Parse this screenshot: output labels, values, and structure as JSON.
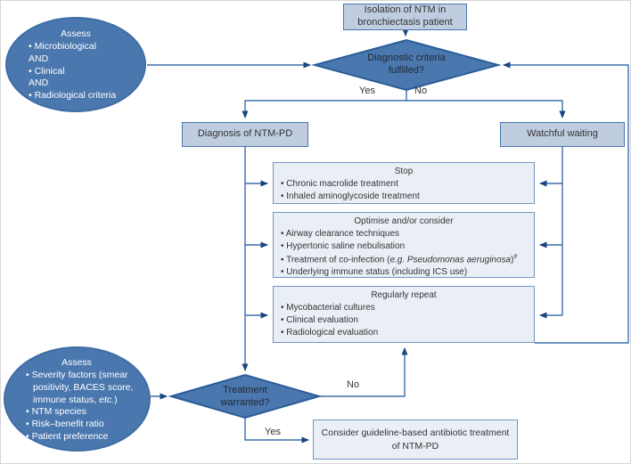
{
  "palette": {
    "steel_blue_fill": "#4a77ae",
    "diamond_border": "#2a5d99",
    "header_box_fill": "#c0cde1",
    "header_box_border": "#4a77ae",
    "pale_box_fill": "#eaeff6",
    "pale_box_border": "#7495c1",
    "line": "#3c6eac",
    "arrowhead": "#16457f",
    "text_dark": "#333333",
    "text_on_blue": "#ffffff"
  },
  "nodes": {
    "start": {
      "label": "Isolation of NTM in bronchiectasis patient"
    },
    "assess_top": {
      "title": "Assess",
      "items": [
        "• Microbiological",
        "AND",
        "• Clinical",
        "AND",
        "• Radiological criteria"
      ]
    },
    "diagnostic_decision": {
      "label": "Diagnostic criteria fulfilled?"
    },
    "diagnosis": {
      "label": "Diagnosis of NTM-PD"
    },
    "watchful": {
      "label": "Watchful waiting"
    },
    "stop": {
      "title": "Stop",
      "bullets": [
        "• Chronic macrolide treatment",
        "• Inhaled aminoglycoside treatment"
      ]
    },
    "optimise": {
      "title": "Optimise and/or consider",
      "b1": "• Airway clearance techniques",
      "b2": "• Hypertonic saline nebulisation",
      "b3_pre": "• Treatment of co-infection (",
      "b3_italic": "e.g. Pseudomonas aeruginosa",
      "b3_close": ")",
      "b3_sup": "#",
      "b4": "• Underlying immune status (including ICS use)"
    },
    "repeat": {
      "title": "Regularly repeat",
      "bullets": [
        "• Mycobacterial cultures",
        "• Clinical evaluation",
        "• Radiological evaluation"
      ]
    },
    "assess_bottom": {
      "title": "Assess",
      "l1": "• Severity factors (smear",
      "l2": "positivity, BACES score,",
      "l3_pre": "immune status, ",
      "l3_italic": "etc.",
      "l3_close": ")",
      "l4": "• NTM species",
      "l5": "• Risk–benefit ratio",
      "l6": "• Patient preference"
    },
    "treatment_decision": {
      "label": "Treatment warranted?"
    },
    "consider": {
      "label": "Consider guideline-based antibiotic treatment of NTM-PD"
    }
  },
  "edge_labels": {
    "yes_top": "Yes",
    "no_top": "No",
    "no_bottom": "No",
    "yes_bottom": "Yes"
  }
}
